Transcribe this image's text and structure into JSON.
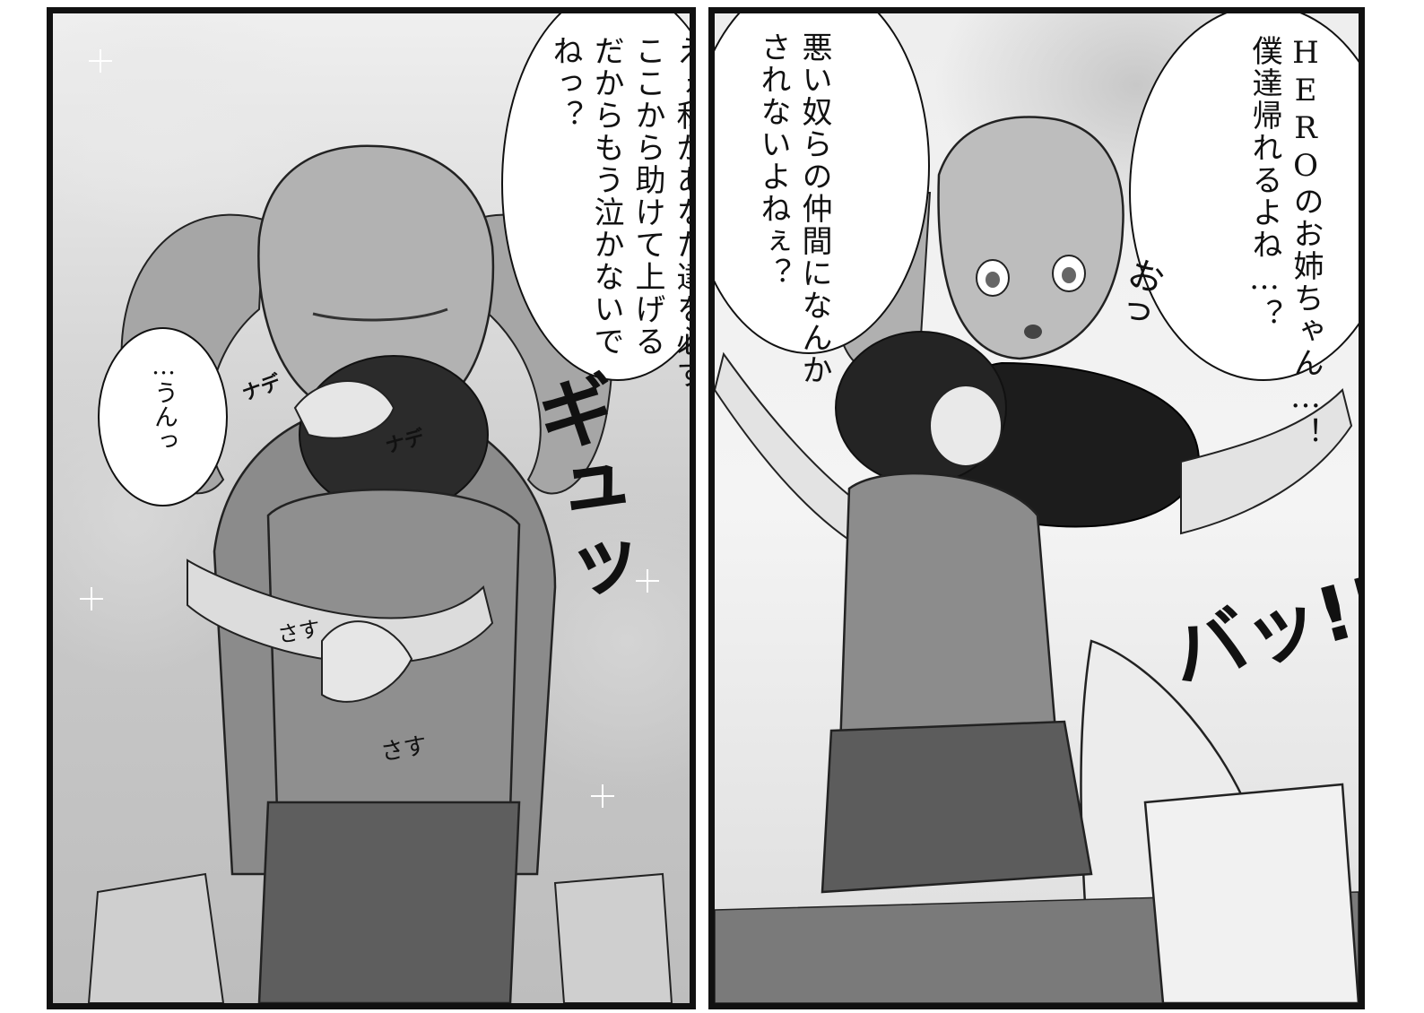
{
  "panels": [
    {
      "id": "left",
      "speech_main": "えぇ私があなた達を必ず\nここから助けて上げる\nだからもう泣かないで\nねっ？",
      "speech_child": "…うんっ",
      "sfx_big": "ギュッ",
      "sfx_pat_1": "ナデ",
      "sfx_pat_2": "ナデ",
      "sfx_rub_1": "さす",
      "sfx_rub_2": "さす"
    },
    {
      "id": "right",
      "speech_boy": "悪い奴らの仲間になんか\nされないよねぇ？",
      "speech_hero": "HEROのお姉ちゃん…！\n僕達帰れるよね…？",
      "sfx_surprise": "おっ",
      "sfx_big": "バッ!!"
    }
  ]
}
